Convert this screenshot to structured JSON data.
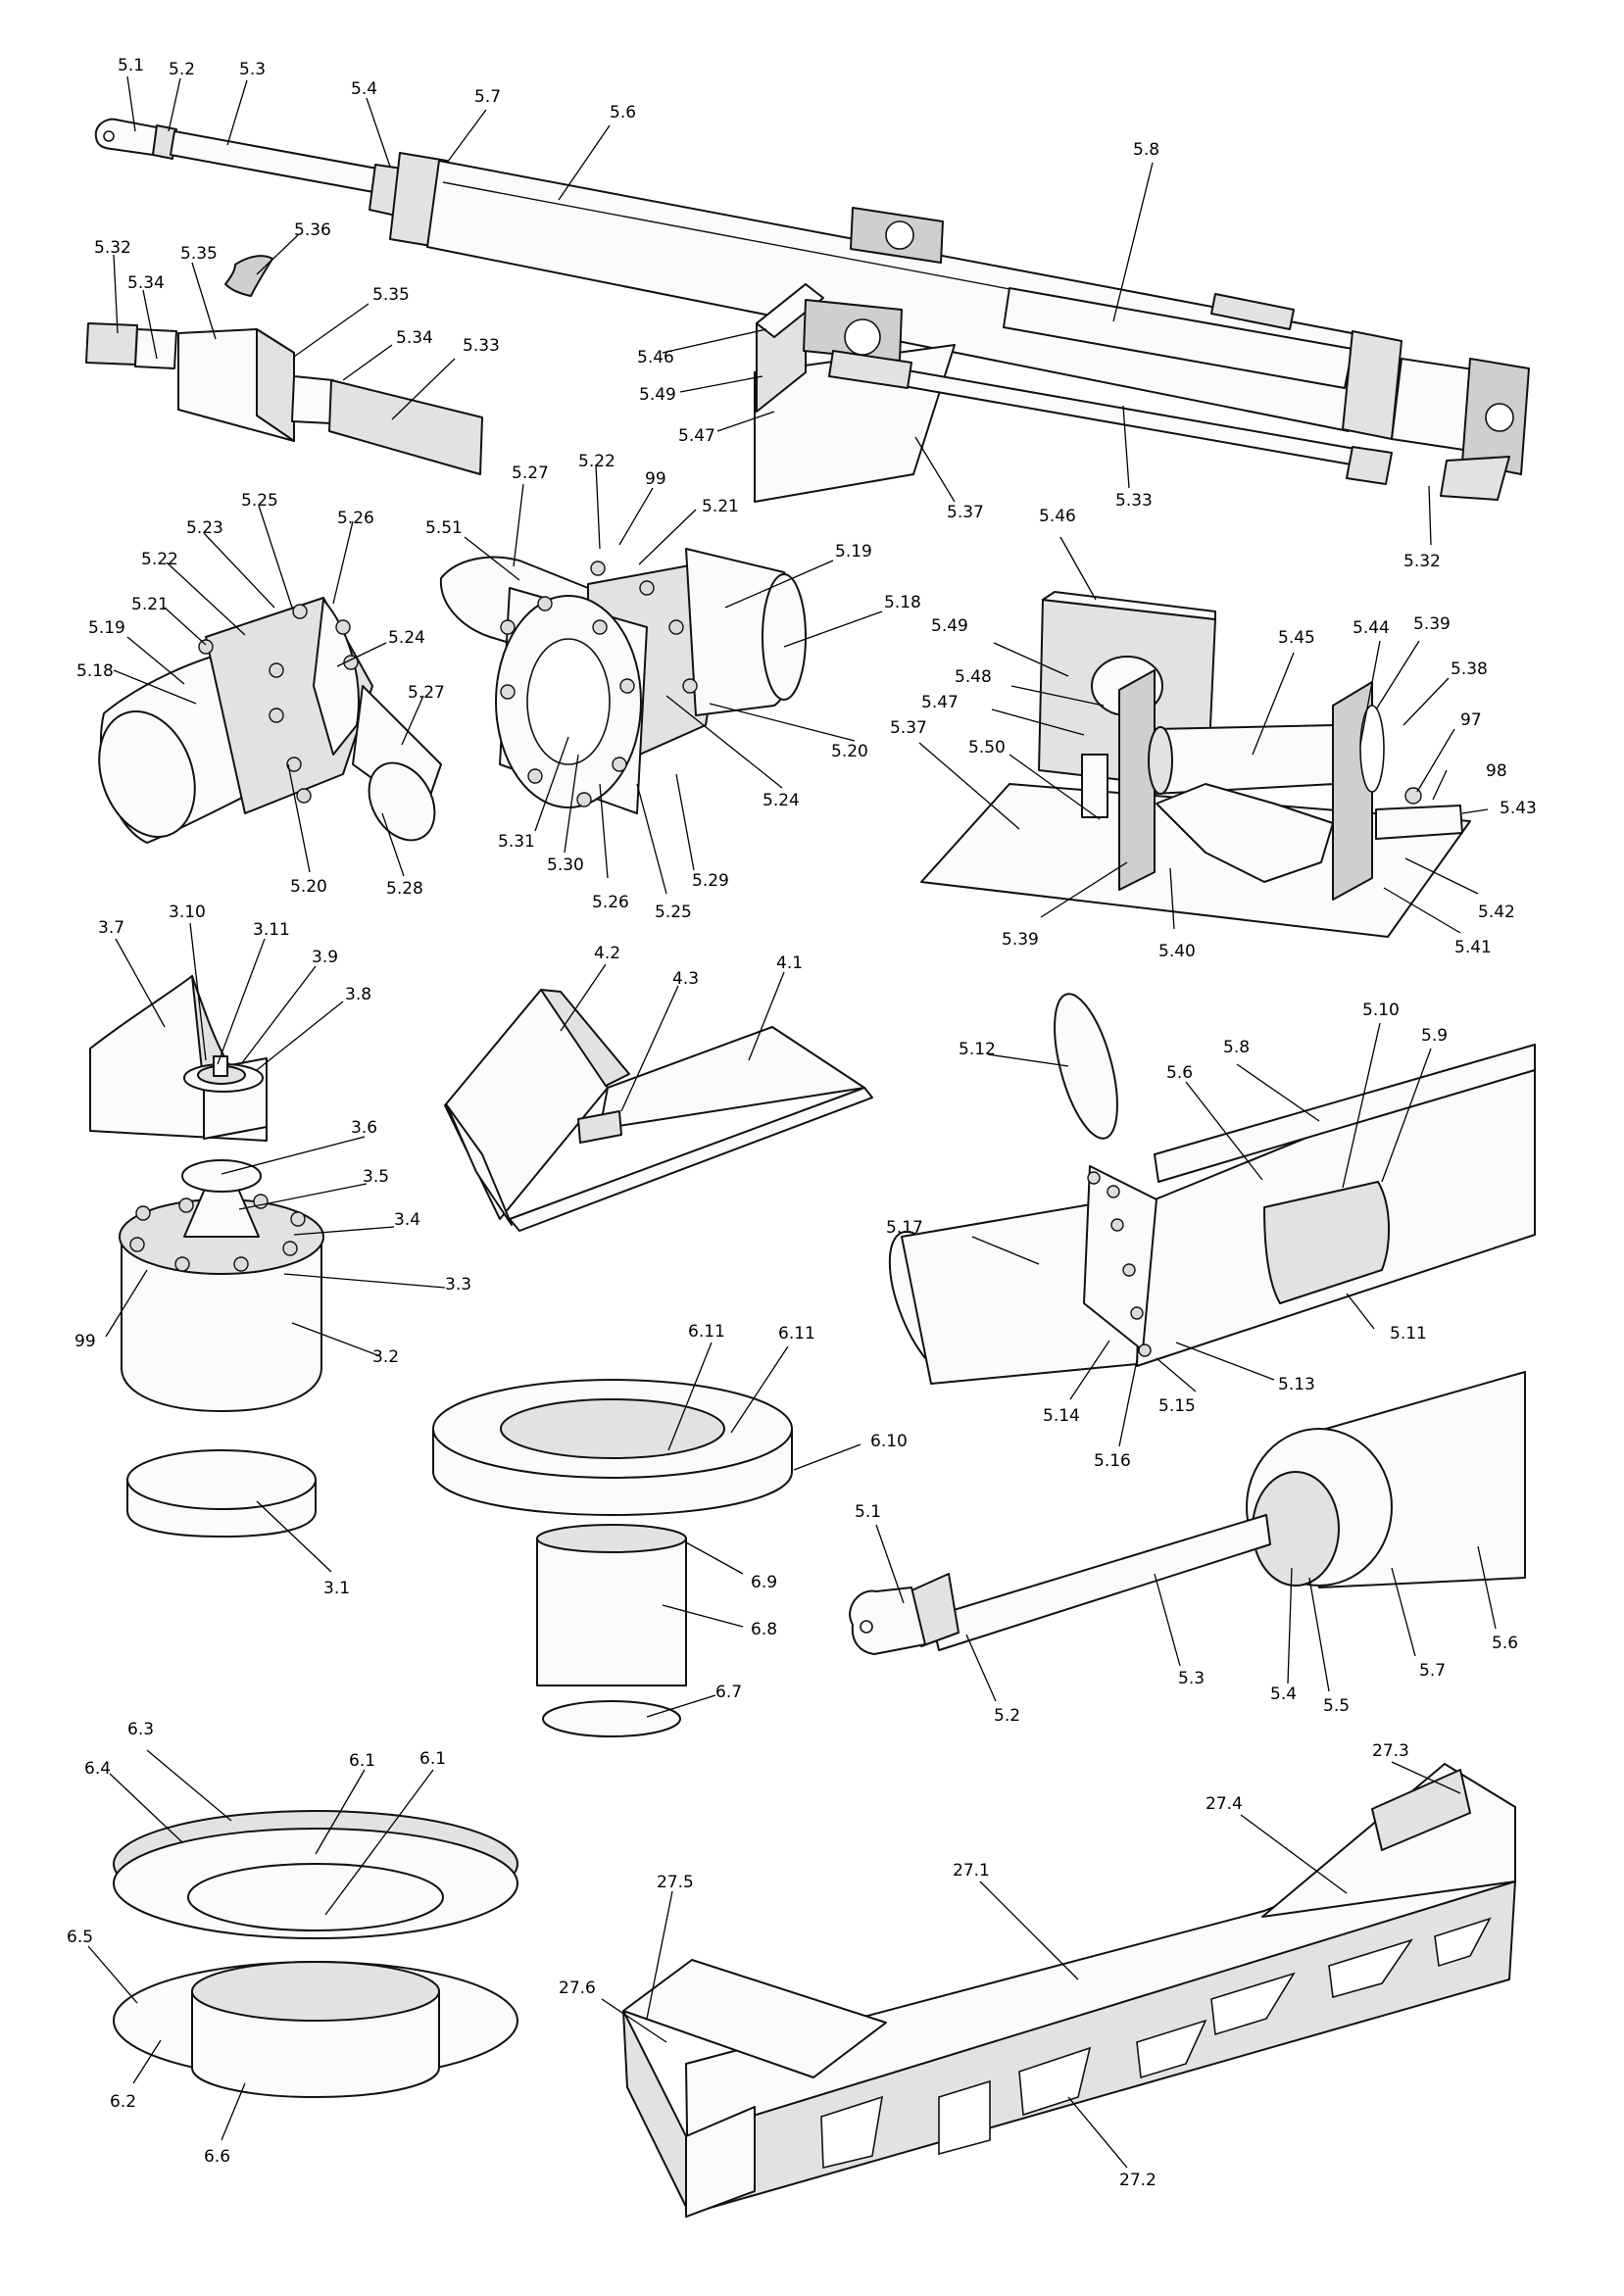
{
  "callouts": [
    {
      "id": "c1",
      "text": "5.1"
    },
    {
      "id": "c2",
      "text": "5.2"
    },
    {
      "id": "c3",
      "text": "5.3"
    },
    {
      "id": "c4",
      "text": "5.4"
    },
    {
      "id": "c5",
      "text": "5.7"
    },
    {
      "id": "c6",
      "text": "5.6"
    },
    {
      "id": "c7",
      "text": "5.8"
    },
    {
      "id": "c8",
      "text": "5.36"
    },
    {
      "id": "c9",
      "text": "5.32"
    },
    {
      "id": "c10",
      "text": "5.35"
    },
    {
      "id": "c11",
      "text": "5.34"
    },
    {
      "id": "c12",
      "text": "5.35"
    },
    {
      "id": "c13",
      "text": "5.34"
    },
    {
      "id": "c14",
      "text": "5.33"
    },
    {
      "id": "c15",
      "text": "5.46"
    },
    {
      "id": "c16",
      "text": "5.49"
    },
    {
      "id": "c17",
      "text": "5.47"
    },
    {
      "id": "c18",
      "text": "5.37"
    },
    {
      "id": "c19",
      "text": "5.33"
    },
    {
      "id": "c20",
      "text": "5.32"
    },
    {
      "id": "c21",
      "text": "5.27"
    },
    {
      "id": "c22",
      "text": "5.22"
    },
    {
      "id": "c23",
      "text": "99"
    },
    {
      "id": "c24",
      "text": "5.21"
    },
    {
      "id": "c25",
      "text": "5.25"
    },
    {
      "id": "c26",
      "text": "5.23"
    },
    {
      "id": "c27",
      "text": "5.26"
    },
    {
      "id": "c28",
      "text": "5.22"
    },
    {
      "id": "c29",
      "text": "5.21"
    },
    {
      "id": "c30",
      "text": "5.19"
    },
    {
      "id": "c31",
      "text": "5.18"
    },
    {
      "id": "c32",
      "text": "5.24"
    },
    {
      "id": "c33",
      "text": "5.27"
    },
    {
      "id": "c34",
      "text": "5.20"
    },
    {
      "id": "c35",
      "text": "5.28"
    },
    {
      "id": "c36",
      "text": "5.51"
    },
    {
      "id": "c37",
      "text": "5.19"
    },
    {
      "id": "c38",
      "text": "5.18"
    },
    {
      "id": "c39",
      "text": "5.20"
    },
    {
      "id": "c40",
      "text": "5.24"
    },
    {
      "id": "c41",
      "text": "5.31"
    },
    {
      "id": "c42",
      "text": "5.30"
    },
    {
      "id": "c43",
      "text": "5.26"
    },
    {
      "id": "c44",
      "text": "5.25"
    },
    {
      "id": "c45",
      "text": "5.29"
    },
    {
      "id": "c46",
      "text": "5.46"
    },
    {
      "id": "c47",
      "text": "5.45"
    },
    {
      "id": "c48",
      "text": "5.44"
    },
    {
      "id": "c49",
      "text": "5.39"
    },
    {
      "id": "c50",
      "text": "5.49"
    },
    {
      "id": "c51",
      "text": "5.38"
    },
    {
      "id": "c52",
      "text": "5.48"
    },
    {
      "id": "c53",
      "text": "5.47"
    },
    {
      "id": "c54",
      "text": "97"
    },
    {
      "id": "c55",
      "text": "5.37"
    },
    {
      "id": "c56",
      "text": "5.50"
    },
    {
      "id": "c57",
      "text": "98"
    },
    {
      "id": "c58",
      "text": "5.43"
    },
    {
      "id": "c59",
      "text": "5.42"
    },
    {
      "id": "c60",
      "text": "5.39"
    },
    {
      "id": "c61",
      "text": "5.40"
    },
    {
      "id": "c62",
      "text": "5.41"
    },
    {
      "id": "c63",
      "text": "3.7"
    },
    {
      "id": "c64",
      "text": "3.10"
    },
    {
      "id": "c65",
      "text": "3.11"
    },
    {
      "id": "c66",
      "text": "3.9"
    },
    {
      "id": "c67",
      "text": "3.8"
    },
    {
      "id": "c68",
      "text": "4.2"
    },
    {
      "id": "c69",
      "text": "4.3"
    },
    {
      "id": "c70",
      "text": "4.1"
    },
    {
      "id": "c71",
      "text": "5.10"
    },
    {
      "id": "c72",
      "text": "5.9"
    },
    {
      "id": "c73",
      "text": "5.12"
    },
    {
      "id": "c74",
      "text": "5.8"
    },
    {
      "id": "c75",
      "text": "5.6"
    },
    {
      "id": "c76",
      "text": "3.6"
    },
    {
      "id": "c77",
      "text": "3.5"
    },
    {
      "id": "c78",
      "text": "3.4"
    },
    {
      "id": "c79",
      "text": "3.3"
    },
    {
      "id": "c80",
      "text": "99"
    },
    {
      "id": "c81",
      "text": "3.2"
    },
    {
      "id": "c82",
      "text": "5.17"
    },
    {
      "id": "c83",
      "text": "5.11"
    },
    {
      "id": "c84",
      "text": "5.13"
    },
    {
      "id": "c85",
      "text": "5.14"
    },
    {
      "id": "c86",
      "text": "5.15"
    },
    {
      "id": "c87",
      "text": "5.16"
    },
    {
      "id": "c88",
      "text": "6.11"
    },
    {
      "id": "c89",
      "text": "6.11"
    },
    {
      "id": "c90",
      "text": "6.10"
    },
    {
      "id": "c91",
      "text": "3.1"
    },
    {
      "id": "c92",
      "text": "6.9"
    },
    {
      "id": "c93",
      "text": "6.8"
    },
    {
      "id": "c94",
      "text": "5.1"
    },
    {
      "id": "c95",
      "text": "5.3"
    },
    {
      "id": "c96",
      "text": "5.2"
    },
    {
      "id": "c97",
      "text": "5.4"
    },
    {
      "id": "c98",
      "text": "5.5"
    },
    {
      "id": "c99",
      "text": "5.7"
    },
    {
      "id": "c100",
      "text": "5.6"
    },
    {
      "id": "c101",
      "text": "6.7"
    },
    {
      "id": "c102",
      "text": "6.3"
    },
    {
      "id": "c103",
      "text": "6.4"
    },
    {
      "id": "c104",
      "text": "6.1"
    },
    {
      "id": "c105",
      "text": "6.1"
    },
    {
      "id": "c106",
      "text": "6.5"
    },
    {
      "id": "c107",
      "text": "6.2"
    },
    {
      "id": "c108",
      "text": "6.6"
    },
    {
      "id": "c109",
      "text": "27.3"
    },
    {
      "id": "c110",
      "text": "27.4"
    },
    {
      "id": "c111",
      "text": "27.1"
    },
    {
      "id": "c112",
      "text": "27.5"
    },
    {
      "id": "c113",
      "text": "27.6"
    },
    {
      "id": "c114",
      "text": "27.2"
    }
  ]
}
